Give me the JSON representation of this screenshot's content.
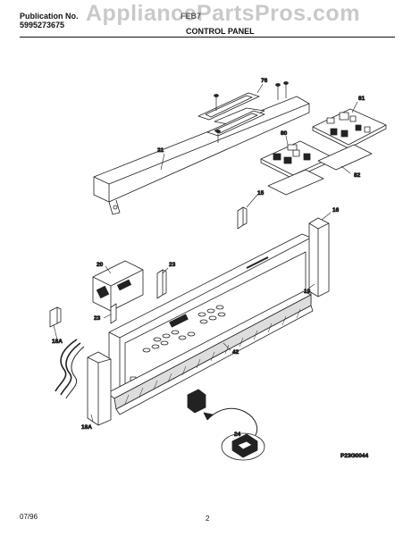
{
  "header": {
    "publication_label": "Publication No.",
    "publication_number": "5995273675",
    "title": "CONTROL PANEL",
    "model_fragment": "FEB7"
  },
  "watermark": "AppliancePartsPros.com",
  "footer": {
    "date": "07/96",
    "page": "2"
  },
  "figure_code": "P23G0044",
  "part_labels": {
    "p76": "76",
    "p81": "81",
    "p80": "80",
    "p21": "21",
    "p82": "82",
    "p15": "15",
    "p16": "16",
    "p20": "20",
    "p23a": "23",
    "p23b": "23",
    "p19": "19",
    "p42": "42",
    "p18a_left": "18A",
    "p18a_bottom": "18A",
    "p24": "24"
  }
}
